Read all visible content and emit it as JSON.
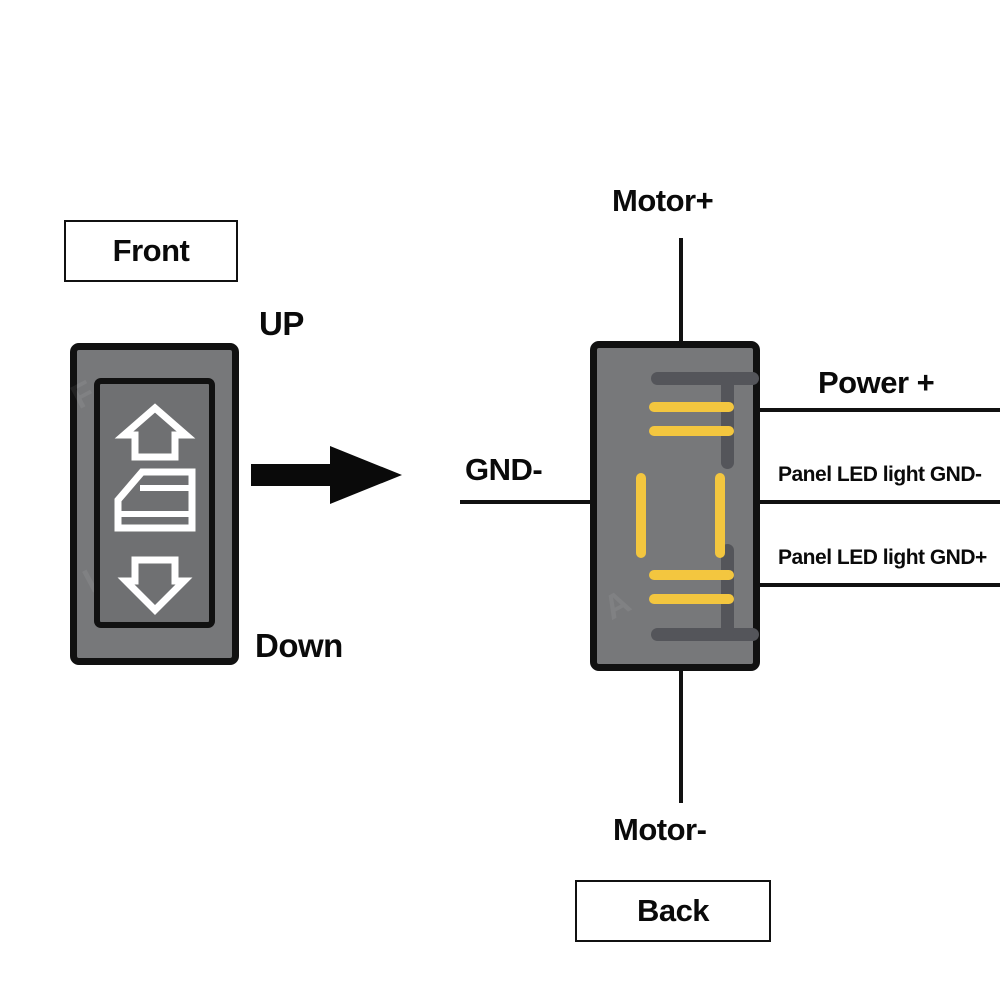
{
  "diagram": {
    "title_front": "Front",
    "title_back": "Back",
    "type": "automotive-rocker-switch-wiring-diagram",
    "colors": {
      "switch_body": "#77787a",
      "switch_border": "#111111",
      "terminal": "#f3c63f",
      "internal_trace": "#54555a",
      "line": "#111111",
      "text": "#0a0a0a",
      "background": "#ffffff"
    }
  },
  "front_view": {
    "box_label": "Front",
    "direction_up": "UP",
    "direction_down": "Down",
    "icons": {
      "top": "up-arrow-icon",
      "middle": "car-window-icon",
      "bottom": "down-arrow-icon"
    }
  },
  "back_view": {
    "box_label": "Back",
    "terminals": [
      {
        "id": "motor-plus",
        "label": "Motor+",
        "position": "top",
        "leader": "vertical-up"
      },
      {
        "id": "power-plus",
        "label": "Power +",
        "position": "upper-right",
        "leader": "horizontal-right"
      },
      {
        "id": "gnd-minus",
        "label": "GND-",
        "position": "middle-left",
        "leader": "horizontal-left"
      },
      {
        "id": "panel-led-gnd-minus",
        "label": "Panel LED light GND-",
        "position": "middle-right",
        "leader": "horizontal-right"
      },
      {
        "id": "panel-led-gnd-plus",
        "label": "Panel LED light GND+",
        "position": "lower-right",
        "leader": "horizontal-right"
      },
      {
        "id": "motor-minus",
        "label": "Motor-",
        "position": "bottom",
        "leader": "vertical-down"
      }
    ]
  },
  "flow": {
    "arrow": "right-arrow-icon",
    "meaning": "front-to-back"
  }
}
